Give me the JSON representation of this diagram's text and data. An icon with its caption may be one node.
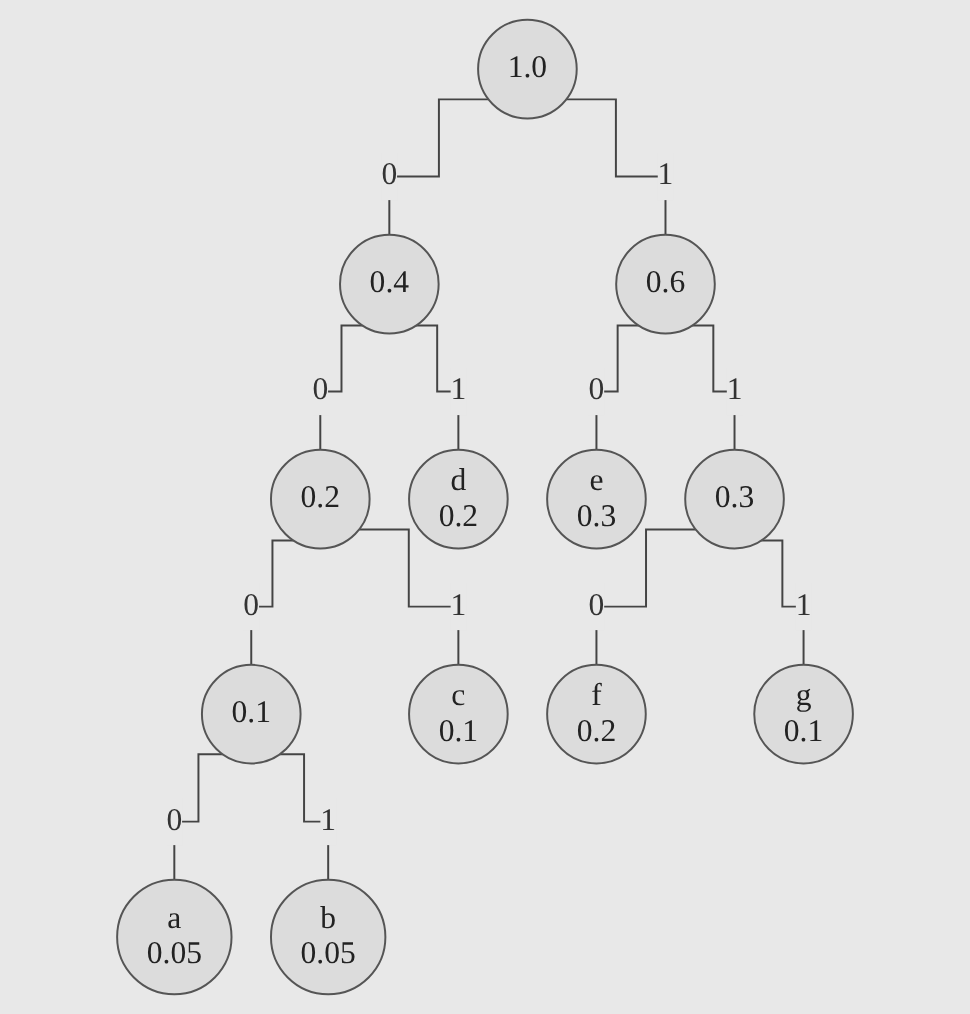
{
  "diagram": {
    "nodes": [
      {
        "text": [
          "1.0"
        ]
      },
      {
        "text": [
          "0.4"
        ]
      },
      {
        "text": [
          "0.6"
        ]
      },
      {
        "text": [
          "0.2"
        ]
      },
      {
        "text": [
          "0.1"
        ]
      },
      {
        "text": [
          "0.3"
        ]
      },
      {
        "text": [
          "a",
          "0.05"
        ]
      },
      {
        "text": [
          "b",
          "0.05"
        ]
      },
      {
        "text": [
          "c",
          "0.1"
        ]
      },
      {
        "text": [
          "d",
          "0.2"
        ]
      },
      {
        "text": [
          "e",
          "0.3"
        ]
      },
      {
        "text": [
          "f",
          "0.2"
        ]
      },
      {
        "text": [
          "g",
          "0.1"
        ]
      }
    ],
    "edges": [
      {
        "from": 0,
        "to": 1,
        "arrow": "none",
        "label": "0"
      },
      {
        "from": 0,
        "to": 2,
        "arrow": "none",
        "label": "1"
      },
      {
        "from": 1,
        "to": 3,
        "arrow": "none",
        "label": "0"
      },
      {
        "from": 1,
        "to": 9,
        "arrow": "none",
        "label": "1"
      },
      {
        "from": 3,
        "to": 4,
        "arrow": "none",
        "label": "0"
      },
      {
        "from": 3,
        "to": 8,
        "arrow": "none",
        "label": "1"
      },
      {
        "from": 4,
        "to": 6,
        "arrow": "none",
        "label": "0"
      },
      {
        "from": 4,
        "to": 7,
        "arrow": "none",
        "label": "1"
      },
      {
        "from": 2,
        "to": 10,
        "arrow": "none",
        "label": "0"
      },
      {
        "from": 2,
        "to": 5,
        "arrow": "none",
        "label": "1"
      },
      {
        "from": 5,
        "to": 11,
        "arrow": "none",
        "label": "0"
      },
      {
        "from": 5,
        "to": 12,
        "arrow": "none",
        "label": "1"
      }
    ]
  }
}
